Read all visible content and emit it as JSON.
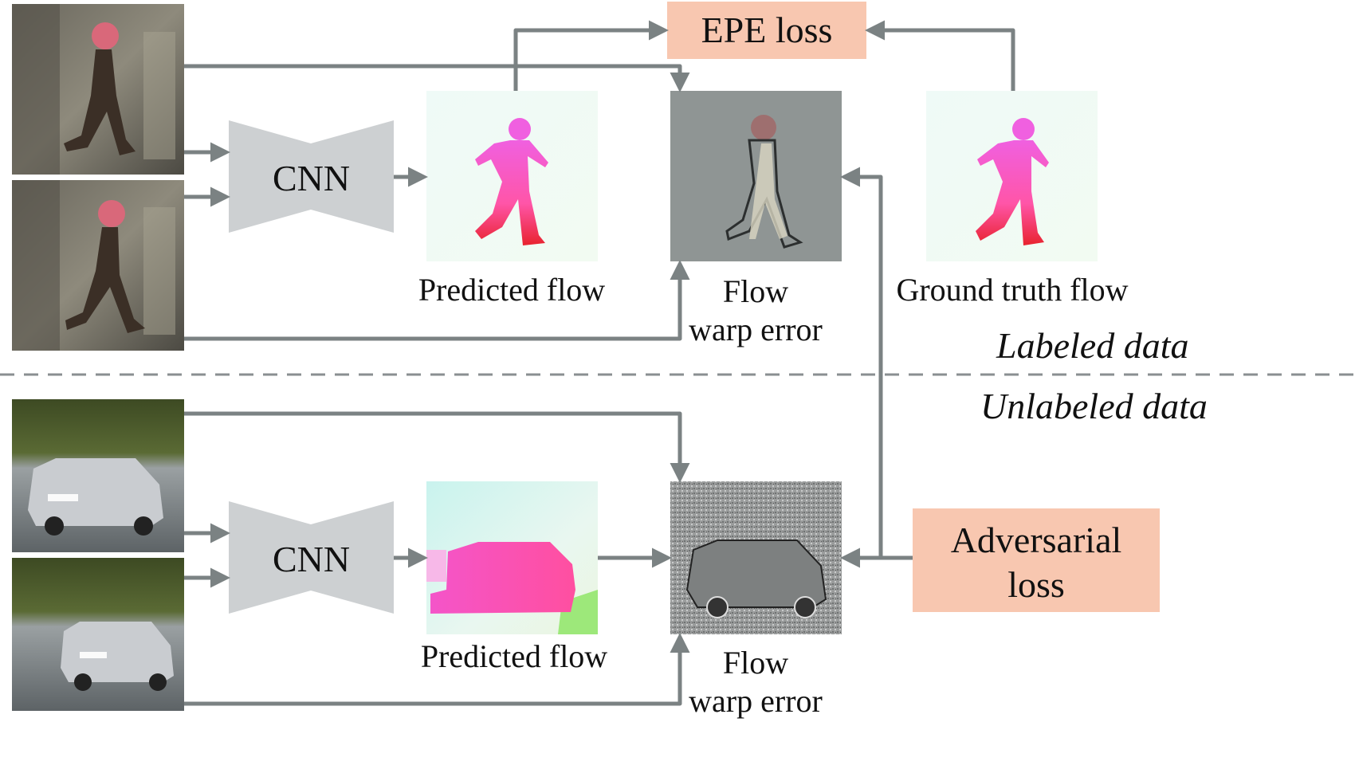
{
  "labeled": {
    "section_label": "Labeled data",
    "cnn_label": "CNN",
    "predicted_flow_label": "Predicted flow",
    "warp_error_label": [
      "Flow",
      "warp error"
    ],
    "ground_truth_label": "Ground truth flow",
    "loss_label": "EPE loss"
  },
  "unlabeled": {
    "section_label": "Unlabeled data",
    "cnn_label": "CNN",
    "predicted_flow_label": "Predicted flow",
    "warp_error_label": [
      "Flow",
      "warp error"
    ],
    "loss_label": [
      "Adversarial",
      "loss"
    ]
  },
  "colors": {
    "arrow": "#7b8283",
    "cnn": "#cdd0d2",
    "loss_box": "#f8c7b0",
    "divider": "#8a8f91"
  }
}
